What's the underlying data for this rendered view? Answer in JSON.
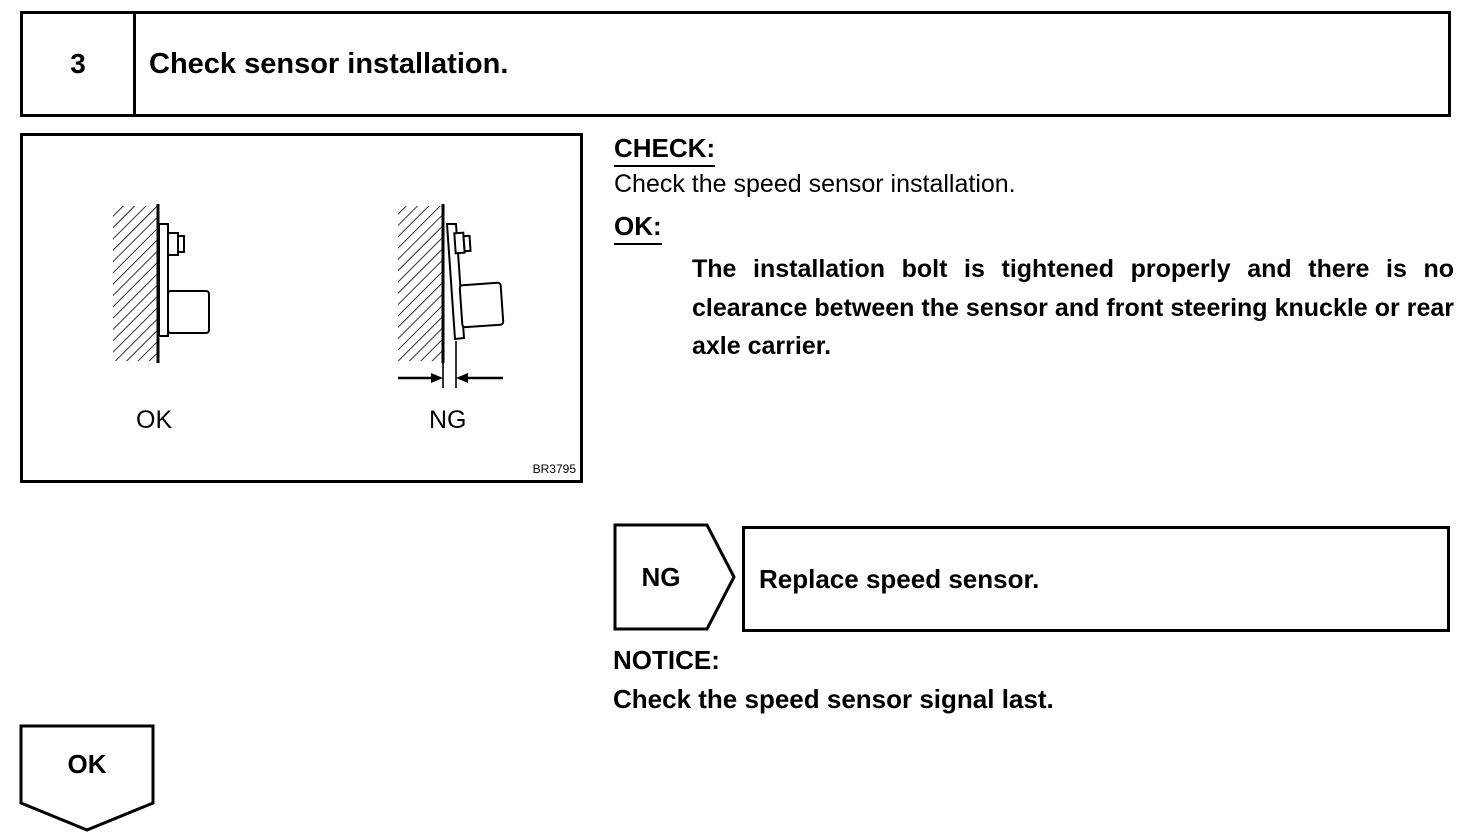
{
  "header": {
    "step_number": "3",
    "title": "Check sensor installation."
  },
  "figure": {
    "ok_label": "OK",
    "ng_label": "NG",
    "code": "BR3795"
  },
  "check": {
    "heading": "CHECK:",
    "text": "Check the speed sensor installation.",
    "ok_heading": "OK:",
    "ok_criteria": "The installation bolt is tightened properly and there is no clearance between the sensor and front steering knuckle or rear axle carrier."
  },
  "ng_branch": {
    "label": "NG",
    "action": "Replace speed sensor."
  },
  "notice": {
    "heading": "NOTICE:",
    "text": "Check the speed sensor signal last."
  },
  "ok_branch": {
    "label": "OK"
  }
}
